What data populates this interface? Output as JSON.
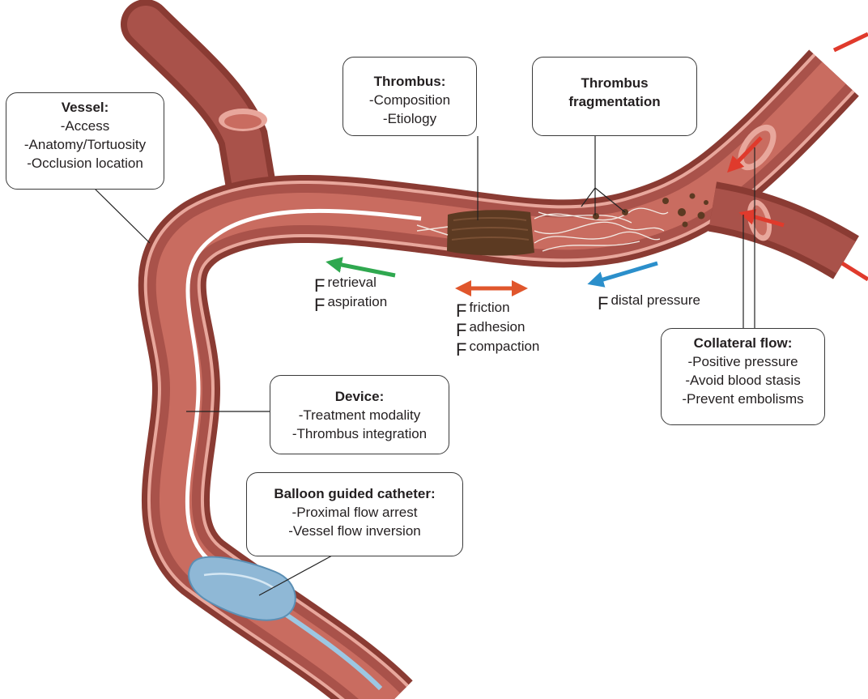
{
  "callouts": {
    "vessel": {
      "title": "Vessel:",
      "lines": [
        "-Access",
        "-Anatomy/Tortuosity",
        "-Occlusion location"
      ]
    },
    "thrombus": {
      "title": "Thrombus:",
      "lines": [
        "-Composition",
        "-Etiology"
      ]
    },
    "fragmentation": {
      "title_line1": "Thrombus",
      "title_line2": "fragmentation"
    },
    "collateral": {
      "title": "Collateral flow:",
      "lines": [
        "-Positive pressure",
        "-Avoid blood stasis",
        "-Prevent embolisms"
      ]
    },
    "device": {
      "title": "Device:",
      "lines": [
        "-Treatment modality",
        "-Thrombus integration"
      ]
    },
    "balloon": {
      "title": "Balloon guided catheter:",
      "lines": [
        "-Proximal flow arrest",
        "-Vessel flow inversion"
      ]
    }
  },
  "forces": {
    "symbol": "F",
    "left": [
      "retrieval",
      "aspiration"
    ],
    "center": [
      "friction",
      "adhesion",
      "compaction"
    ],
    "right": [
      "distal pressure"
    ]
  },
  "colors": {
    "vessel_wall": "#a9524a",
    "vessel_outer": "#8a3b33",
    "vessel_lumen": "#c96c60",
    "vessel_edge": "#e8a79c",
    "catheter": "#ffffff",
    "thrombus": "#5c3a22",
    "balloon": "#8fb8d6",
    "arrow_retrieval": "#2fa84f",
    "arrow_friction": "#e0562c",
    "arrow_distal": "#2b8fcb",
    "arrow_collateral": "#e03a2c"
  }
}
